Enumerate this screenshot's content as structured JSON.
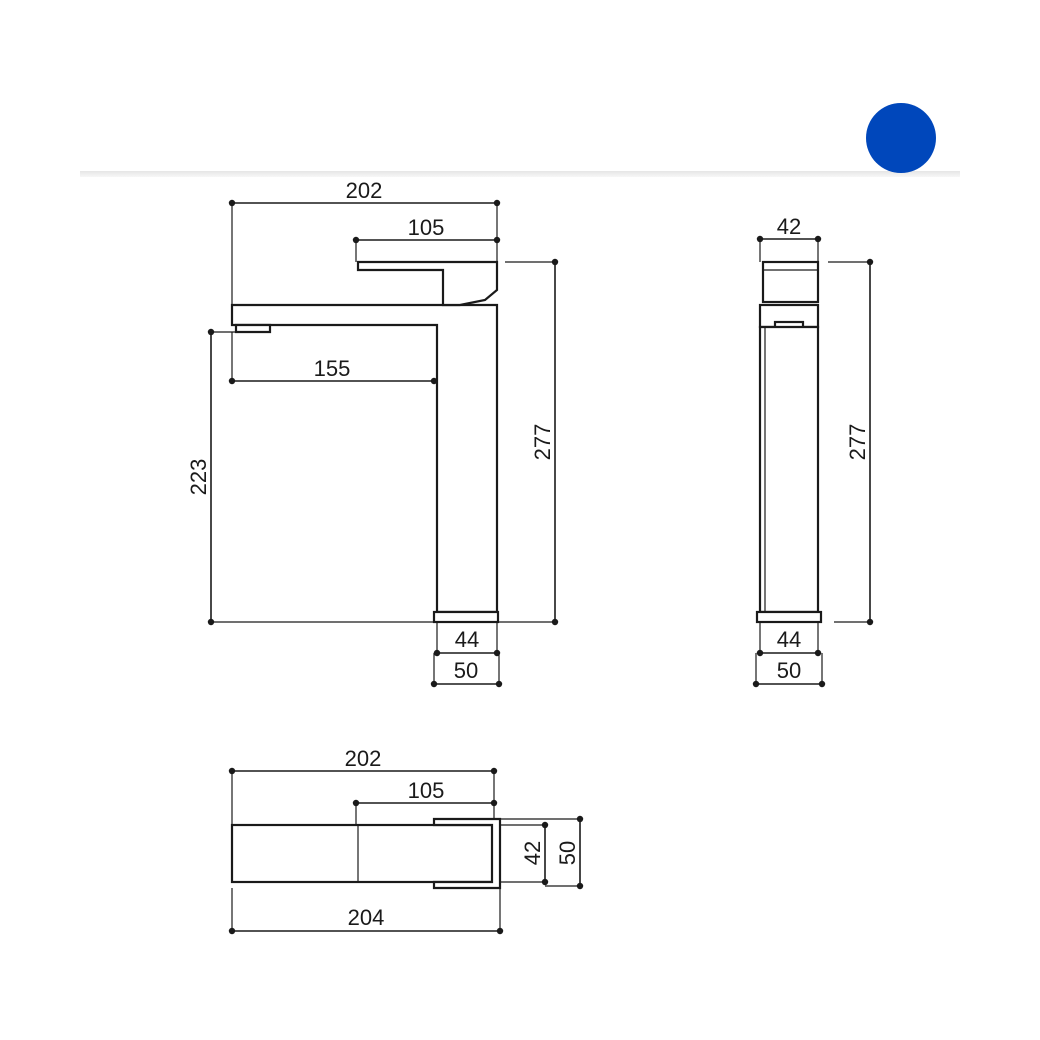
{
  "brand": {
    "dot_color": "#0047BB"
  },
  "front_view": {
    "overall_width": "202",
    "handle_length": "105",
    "spout_reach": "155",
    "spout_height": "223",
    "total_height": "277",
    "body_width": "44",
    "base_width": "50"
  },
  "side_view": {
    "top_width": "42",
    "total_height": "277",
    "body_width": "44",
    "base_width": "50"
  },
  "top_view": {
    "overall_width": "202",
    "handle_length": "105",
    "total_length": "204",
    "body_depth": "42",
    "base_depth": "50"
  }
}
